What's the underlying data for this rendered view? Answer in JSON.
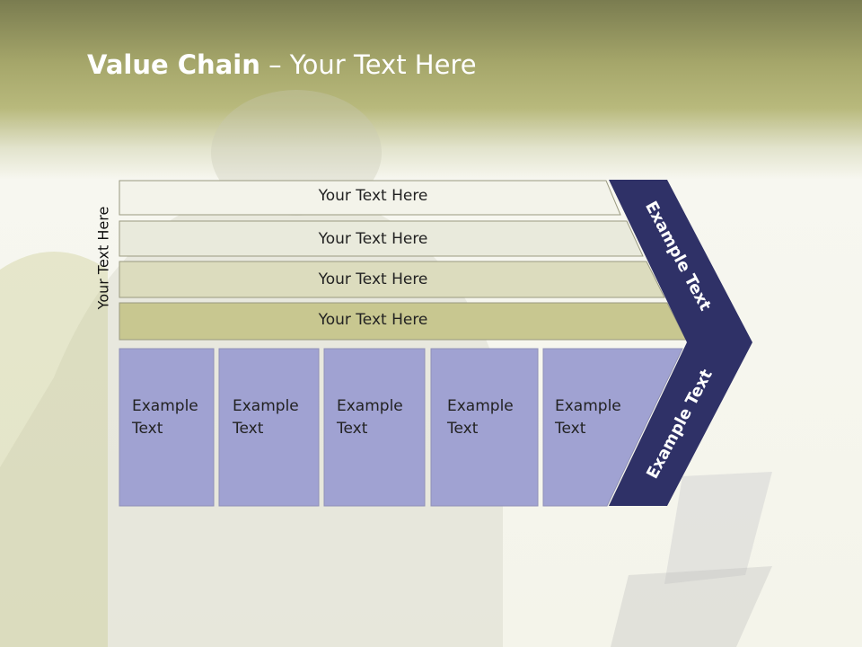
{
  "slide": {
    "title_bold": "Value Chain",
    "title_rest": " – Your Text Here",
    "side_label": "Your Text Here",
    "rows": [
      "Your Text Here",
      "Your Text Here",
      "Your Text Here",
      "Your Text Here"
    ],
    "boxes": [
      {
        "line1": "Example",
        "line2": "Text"
      },
      {
        "line1": "Example",
        "line2": "Text"
      },
      {
        "line1": "Example",
        "line2": "Text"
      },
      {
        "line1": "Example",
        "line2": "Text"
      },
      {
        "line1": "Example",
        "line2": "Text"
      }
    ],
    "chevron_top": "Example Text",
    "chevron_bottom": "Example Text"
  },
  "colors": {
    "row1": "#f3f3ea",
    "row2": "#e9eadc",
    "row3": "#dcdcbe",
    "row4": "#c8c790",
    "box": "#a0a2d2",
    "chevron": "#2f3167"
  }
}
